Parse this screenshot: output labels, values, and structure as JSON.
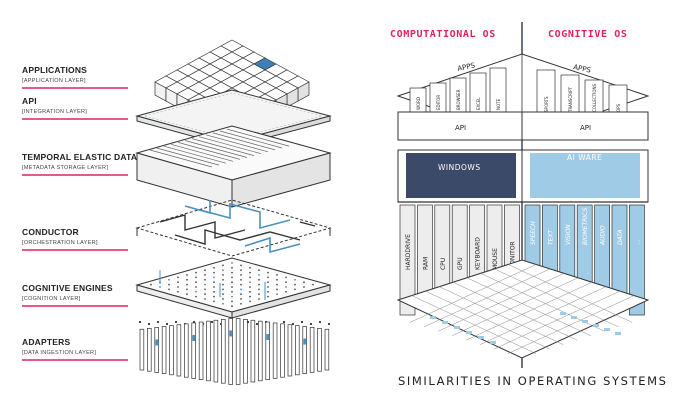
{
  "left_stack": {
    "layers": [
      {
        "name": "APPLICATIONS",
        "sub": "[APPLICATION LAYER]"
      },
      {
        "name": "API",
        "sub": "[INTEGRATION LAYER]"
      },
      {
        "name": "TEMPORAL ELASTIC DATABASE",
        "sub": "[METADATA STORAGE LAYER]"
      },
      {
        "name": "CONDUCTOR",
        "sub": "[ORCHESTRATION LAYER]"
      },
      {
        "name": "COGNITIVE ENGINES",
        "sub": "[COGNITION LAYER]"
      },
      {
        "name": "ADAPTERS",
        "sub": "[DATA INGESTION LAYER]"
      }
    ]
  },
  "right_diagram": {
    "header_left": "COMPUTATIONAL OS",
    "header_right": "COGNITIVE OS",
    "apps_left_label": "APPS",
    "apps_right_label": "APPS",
    "apps_left": [
      "WORD",
      "EDITOR",
      "BROWSER",
      "EXCEL",
      "NOTE"
    ],
    "apps_right": [
      "SPORTS",
      "TRANSCRIPT",
      "COLLECTIONS",
      "OPS"
    ],
    "api_left": "API",
    "api_right": "API",
    "panel_left": "WINDOWS",
    "panel_right": "AI WARE",
    "columns_left": [
      "HARDDRIVE",
      "RAM",
      "CPU",
      "GPU",
      "KEYBOARD",
      "MOUSE",
      "MONITOR"
    ],
    "columns_right": [
      "SPEECH",
      "TEXT",
      "VISION",
      "BIOMETRICS",
      "AUDIO",
      "DATA",
      "..."
    ],
    "caption": "SIMILARITIES IN OPERATING SYSTEMS"
  },
  "colors": {
    "accent": "#e0245e",
    "line": "#444444",
    "blue": "#4a90c2",
    "blue_light": "#9fcbe6",
    "navy": "#3b4a68",
    "navy_dark": "#2e3a52",
    "grey": "#cfcfcf"
  }
}
